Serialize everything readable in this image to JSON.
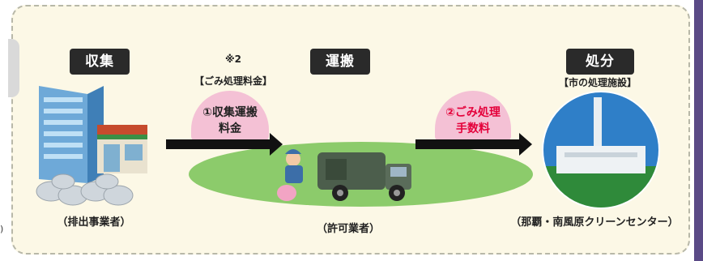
{
  "stages": {
    "collection": "収集",
    "transport": "運搬",
    "disposal": "処分"
  },
  "fee_note": {
    "mark": "※2",
    "label": "【ごみ処理料金】"
  },
  "facility_label": "【市の処理施設】",
  "bubbles": {
    "collection_fee": {
      "line1": "①収集運搬",
      "line2": "料金"
    },
    "processing_fee": {
      "line1": "②ごみ処理",
      "line2": "手数料"
    }
  },
  "captions": {
    "discharger": "（排出事業者）",
    "licensed": "（許可業者）",
    "facility": "（那覇・南風原クリーンセンター）"
  },
  "stray_text": ")",
  "colors": {
    "frame_bg": "#fcf8e6",
    "ellipse_green": "#8ccb6b",
    "bubble_pink": "#f4c1d5",
    "fee_red": "#e4003a",
    "stage_dark": "#2a2a2a"
  }
}
